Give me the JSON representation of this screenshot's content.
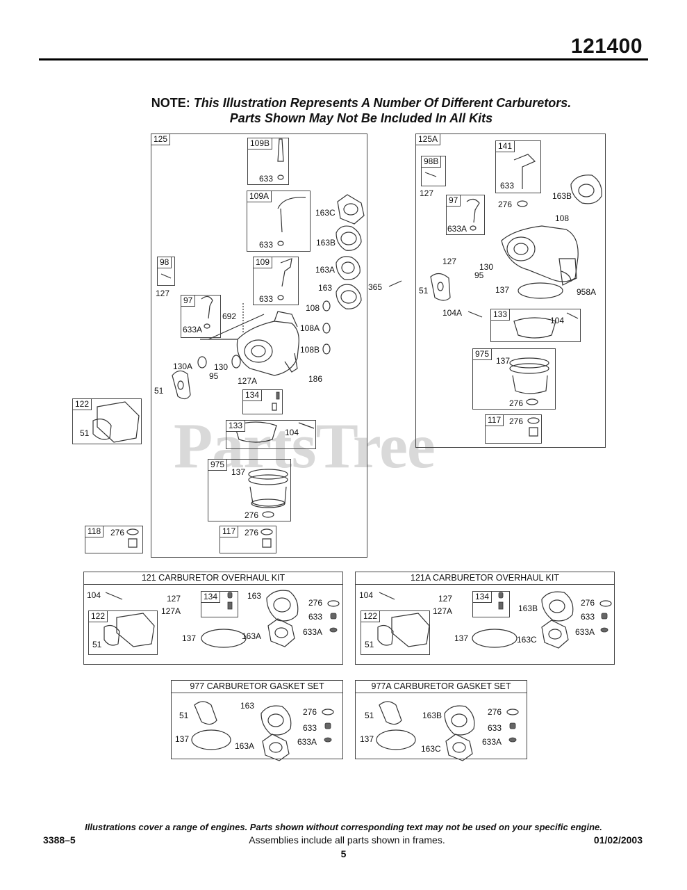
{
  "header": {
    "diagram_number": "121400"
  },
  "note": {
    "prefix": "NOTE:",
    "line1": "This Illustration Represents A Number Of Different Carburetors.",
    "line2": "Parts Shown May Not Be Included In All Kits"
  },
  "watermark": "PartsTree",
  "left_frame": {
    "title": "125",
    "labels": {
      "l109B": "109B",
      "l633a": "633",
      "l109A": "109A",
      "l633b": "633",
      "l163C": "163C",
      "l163B": "163B",
      "l163A": "163A",
      "l163": "163",
      "l365": "365",
      "l98": "98",
      "l127o": "127",
      "l109": "109",
      "l633c": "633",
      "l108": "108",
      "l108A": "108A",
      "l108B": "108B",
      "l97": "97",
      "l633A": "633A",
      "l692": "692",
      "l130A": "130A",
      "l130": "130",
      "l95": "95",
      "l127A": "127A",
      "l186": "186",
      "l51": "51",
      "l134": "134",
      "l133": "133",
      "l104": "104",
      "l975": "975",
      "l137": "137",
      "l276a": "276",
      "l117": "117",
      "l276b": "276"
    }
  },
  "side_boxes": {
    "b122": {
      "tag": "122",
      "l51": "51"
    },
    "b118": {
      "tag": "118",
      "l276": "276"
    }
  },
  "right_frame": {
    "title": "125A",
    "labels": {
      "l98B": "98B",
      "l127o": "127",
      "l141": "141",
      "l633": "633",
      "l163B": "163B",
      "l97": "97",
      "l276": "276",
      "l108": "108",
      "l633A": "633A",
      "l127": "127",
      "l130": "130",
      "l95": "95",
      "l51": "51",
      "l137": "137",
      "l958A": "958A",
      "l104A": "104A",
      "l133": "133",
      "l104": "104",
      "l975": "975",
      "l137b": "137",
      "l276b": "276",
      "l117": "117",
      "l276c": "276"
    }
  },
  "kit121": {
    "title": "121 CARBURETOR OVERHAUL KIT",
    "labels": {
      "l104": "104",
      "l127": "127",
      "l127A": "127A",
      "l134": "134",
      "l163": "163",
      "l276": "276",
      "l633": "633",
      "l122": "122",
      "l51": "51",
      "l137": "137",
      "l163A": "163A",
      "l633A": "633A"
    }
  },
  "kit121A": {
    "title": "121A CARBURETOR OVERHAUL KIT",
    "labels": {
      "l104": "104",
      "l127": "127",
      "l127A": "127A",
      "l134": "134",
      "l163B": "163B",
      "l276": "276",
      "l633": "633",
      "l122": "122",
      "l51": "51",
      "l137": "137",
      "l163C": "163C",
      "l633A": "633A"
    }
  },
  "gasket977": {
    "title": "977 CARBURETOR GASKET SET",
    "labels": {
      "l51": "51",
      "l163": "163",
      "l276": "276",
      "l633": "633",
      "l137": "137",
      "l163A": "163A",
      "l633A": "633A"
    }
  },
  "gasket977A": {
    "title": "977A CARBURETOR GASKET SET",
    "labels": {
      "l51": "51",
      "l163B": "163B",
      "l276": "276",
      "l633": "633",
      "l137": "137",
      "l163C": "163C",
      "l633A": "633A"
    }
  },
  "footer": {
    "disclaimer": "Illustrations cover a range of engines. Parts shown without corresponding text may not be used on your specific engine.",
    "doc_code": "3388–5",
    "assemblies": "Assemblies include all parts shown in frames.",
    "date": "01/02/2003",
    "page": "5"
  }
}
